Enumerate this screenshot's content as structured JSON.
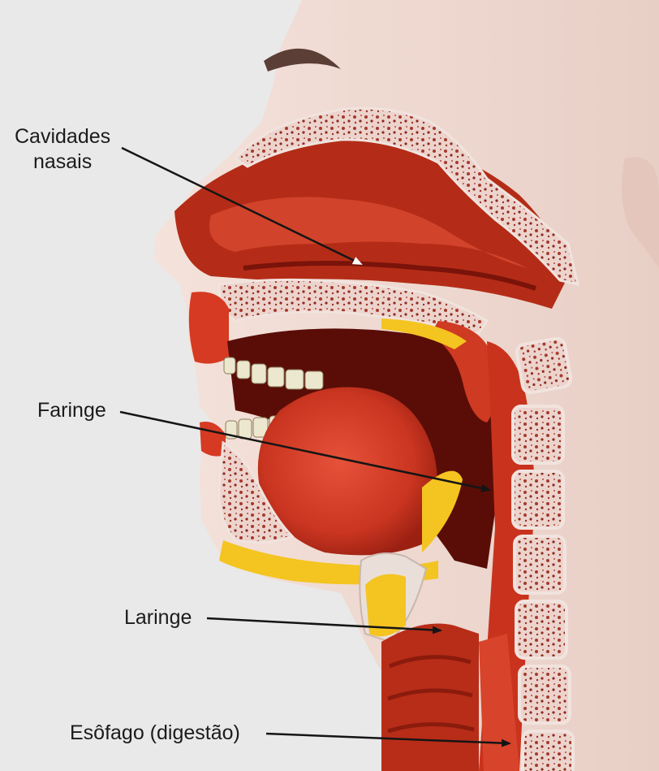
{
  "diagram": {
    "colors": {
      "background": "#e9e9ea",
      "skin": "#f1dcd4",
      "tissue": "#c2351f",
      "tissue_dark": "#7c1409",
      "bone": "#e9cfc8",
      "fat": "#f4c421",
      "arrow": "#151515"
    },
    "labels": {
      "nasal_line1": "Cavidades",
      "nasal_line2": "nasais",
      "pharynx": "Faringe",
      "larynx": "Laringe",
      "esophagus": "Esôfago (digestão)"
    }
  }
}
